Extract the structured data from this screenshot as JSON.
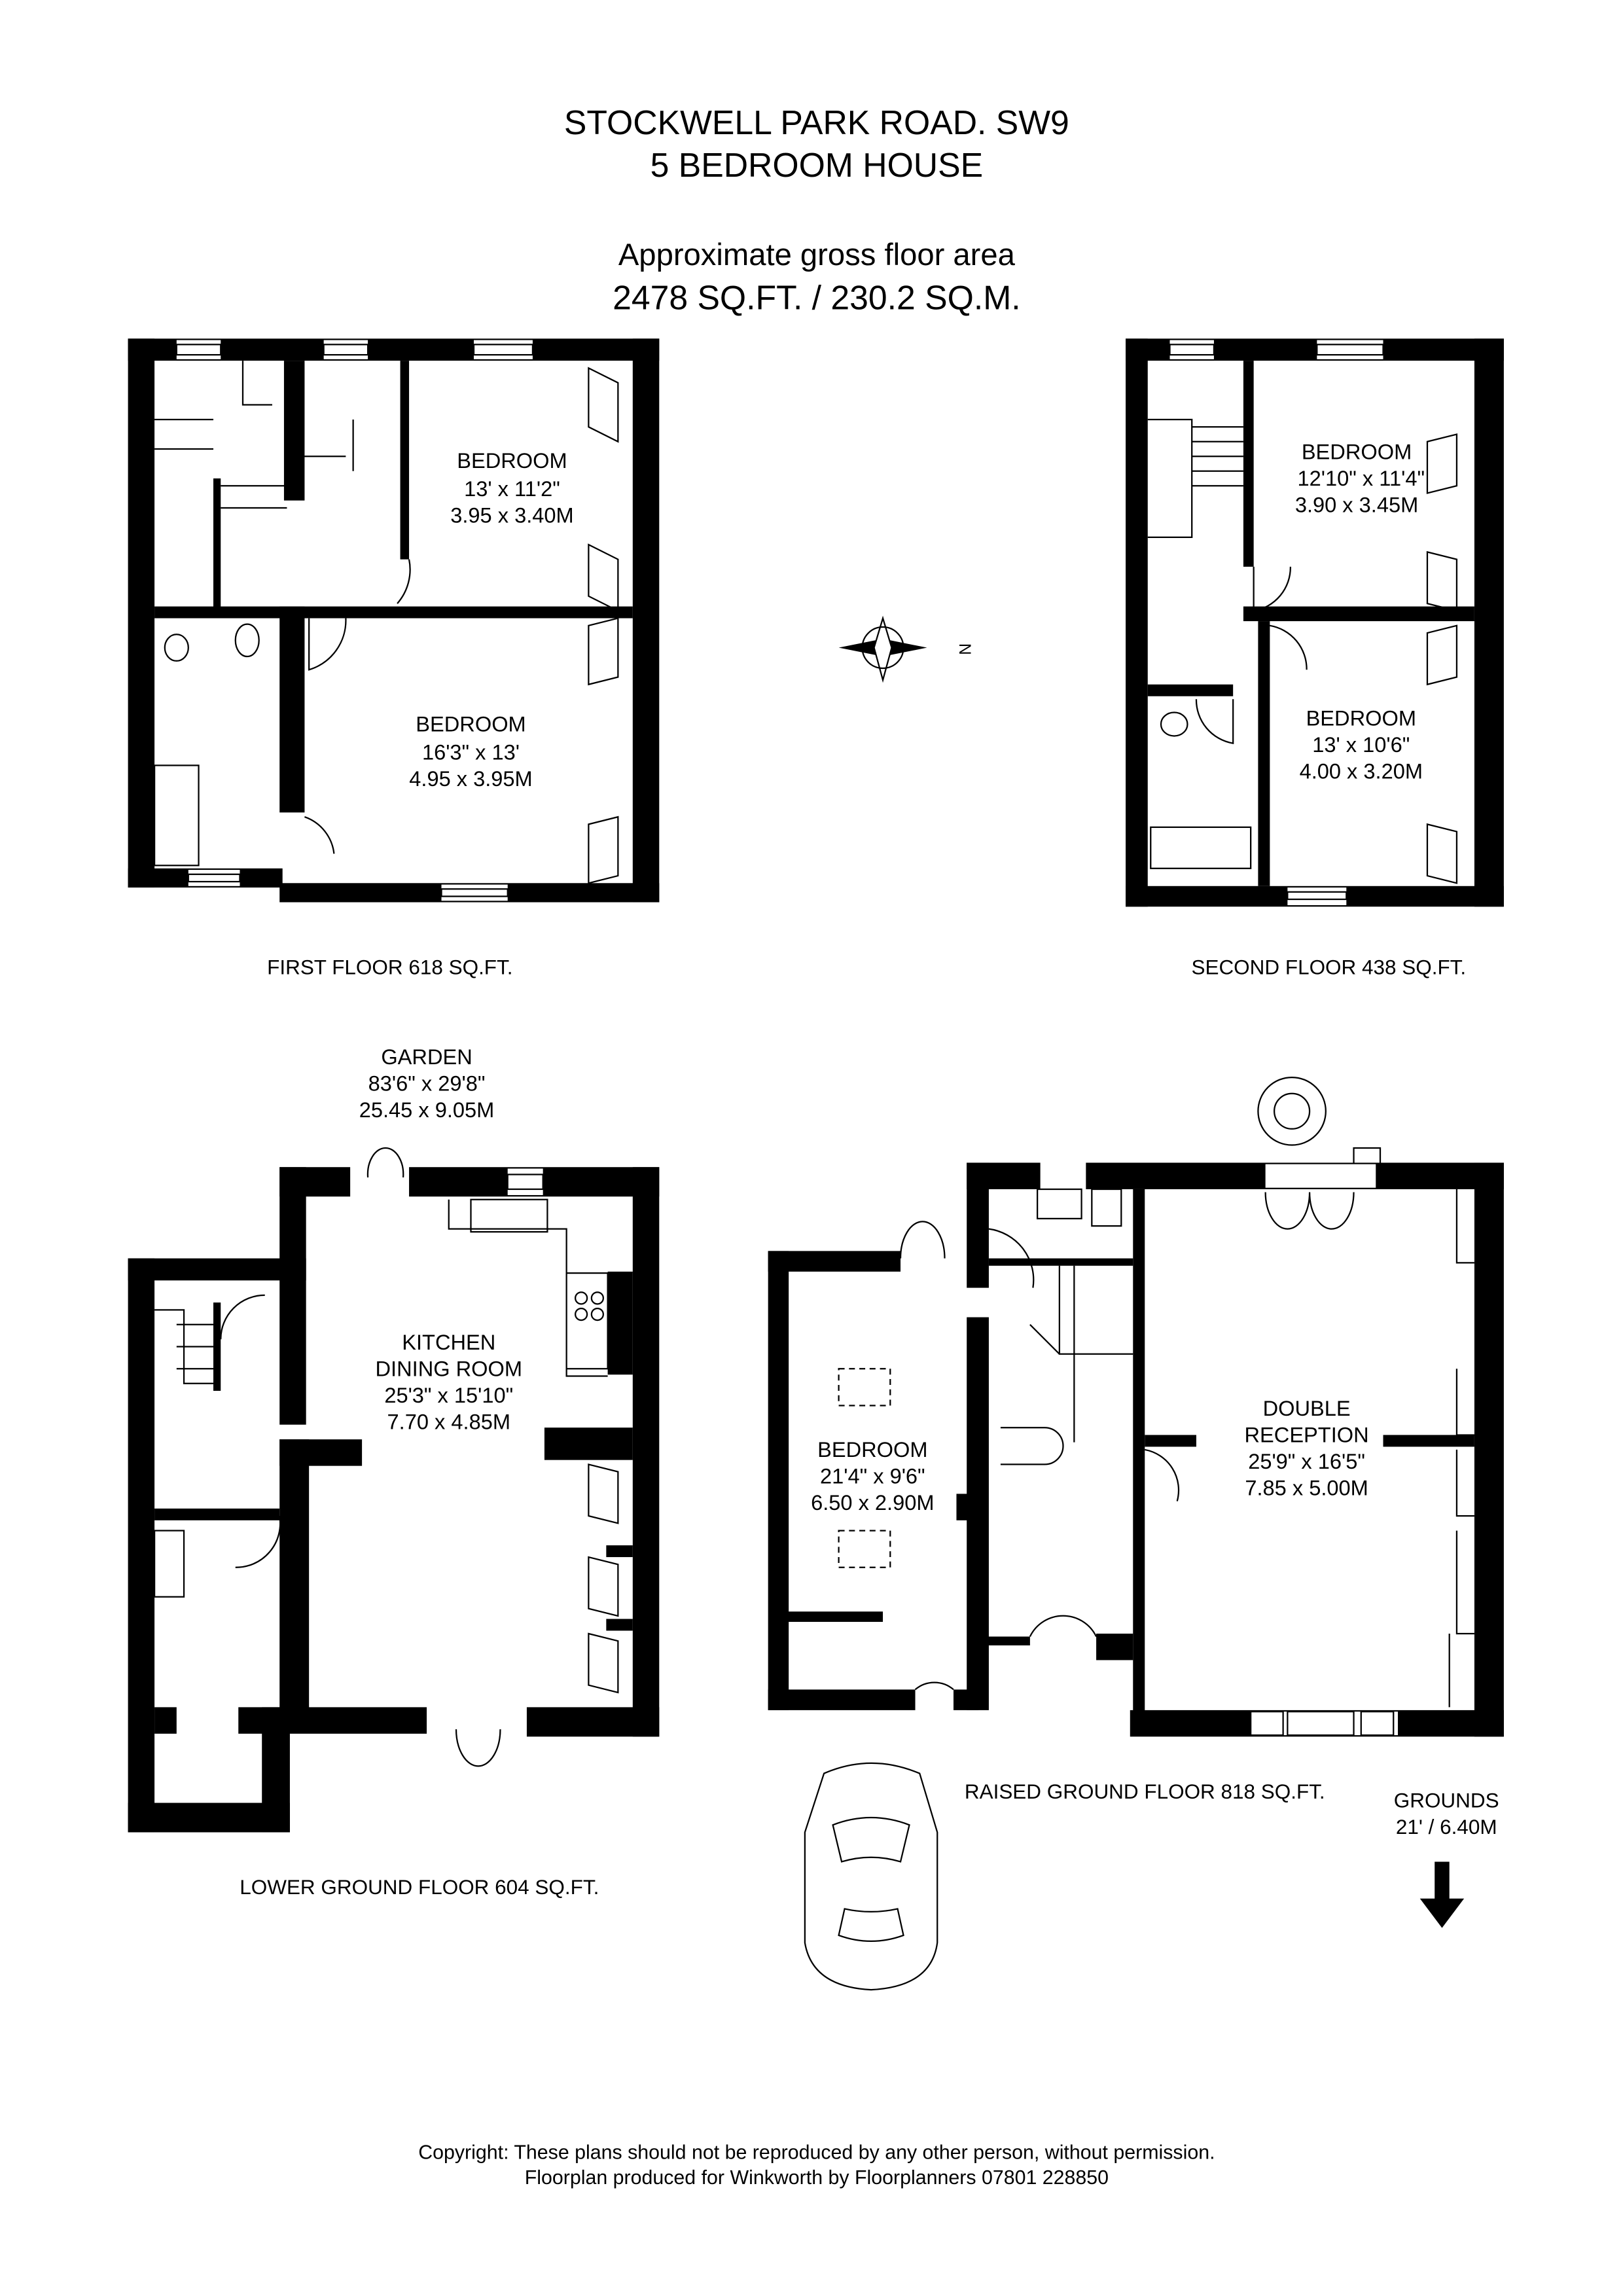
{
  "header": {
    "title": "STOCKWELL PARK ROAD. SW9",
    "subtitle": "5 BEDROOM HOUSE",
    "area_label": "Approximate gross floor area",
    "area_value": "2478 SQ.FT. / 230.2 SQ.M."
  },
  "floors": {
    "first": {
      "label": "FIRST FLOOR 618 SQ.FT.",
      "rooms": [
        {
          "name": "BEDROOM",
          "imperial": "13' x 11'2\"",
          "metric": "3.95 x 3.40M"
        },
        {
          "name": "BEDROOM",
          "imperial": "16'3\" x 13'",
          "metric": "4.95 x 3.95M"
        }
      ]
    },
    "second": {
      "label": "SECOND FLOOR 438 SQ.FT.",
      "rooms": [
        {
          "name": "BEDROOM",
          "imperial": "12'10\" x 11'4\"",
          "metric": "3.90 x 3.45M"
        },
        {
          "name": "BEDROOM",
          "imperial": "13' x 10'6\"",
          "metric": "4.00 x 3.20M"
        }
      ]
    },
    "lower_ground": {
      "label": "LOWER GROUND FLOOR 604 SQ.FT.",
      "garden": {
        "name": "GARDEN",
        "imperial": "83'6\" x 29'8\"",
        "metric": "25.45 x 9.05M"
      },
      "rooms": [
        {
          "name_line1": "KITCHEN",
          "name_line2": "DINING ROOM",
          "imperial": "25'3\" x 15'10\"",
          "metric": "7.70 x 4.85M"
        }
      ]
    },
    "raised_ground": {
      "label": "RAISED GROUND FLOOR 818 SQ.FT.",
      "rooms": [
        {
          "name": "BEDROOM",
          "imperial": "21'4\" x 9'6\"",
          "metric": "6.50 x 2.90M"
        },
        {
          "name_line1": "DOUBLE",
          "name_line2": "RECEPTION",
          "imperial": "25'9\" x 16'5\"",
          "metric": "7.85 x 5.00M"
        }
      ]
    }
  },
  "grounds": {
    "label": "GROUNDS",
    "value": "21' / 6.40M",
    "icon": "arrow-down-icon"
  },
  "compass": {
    "letter": "N",
    "icon": "compass-rose-icon"
  },
  "footer": {
    "copyright": "Copyright: These plans should not be reproduced by any other person, without permission.",
    "credit": "Floorplan produced for Winkworth by Floorplanners 07801 228850"
  }
}
